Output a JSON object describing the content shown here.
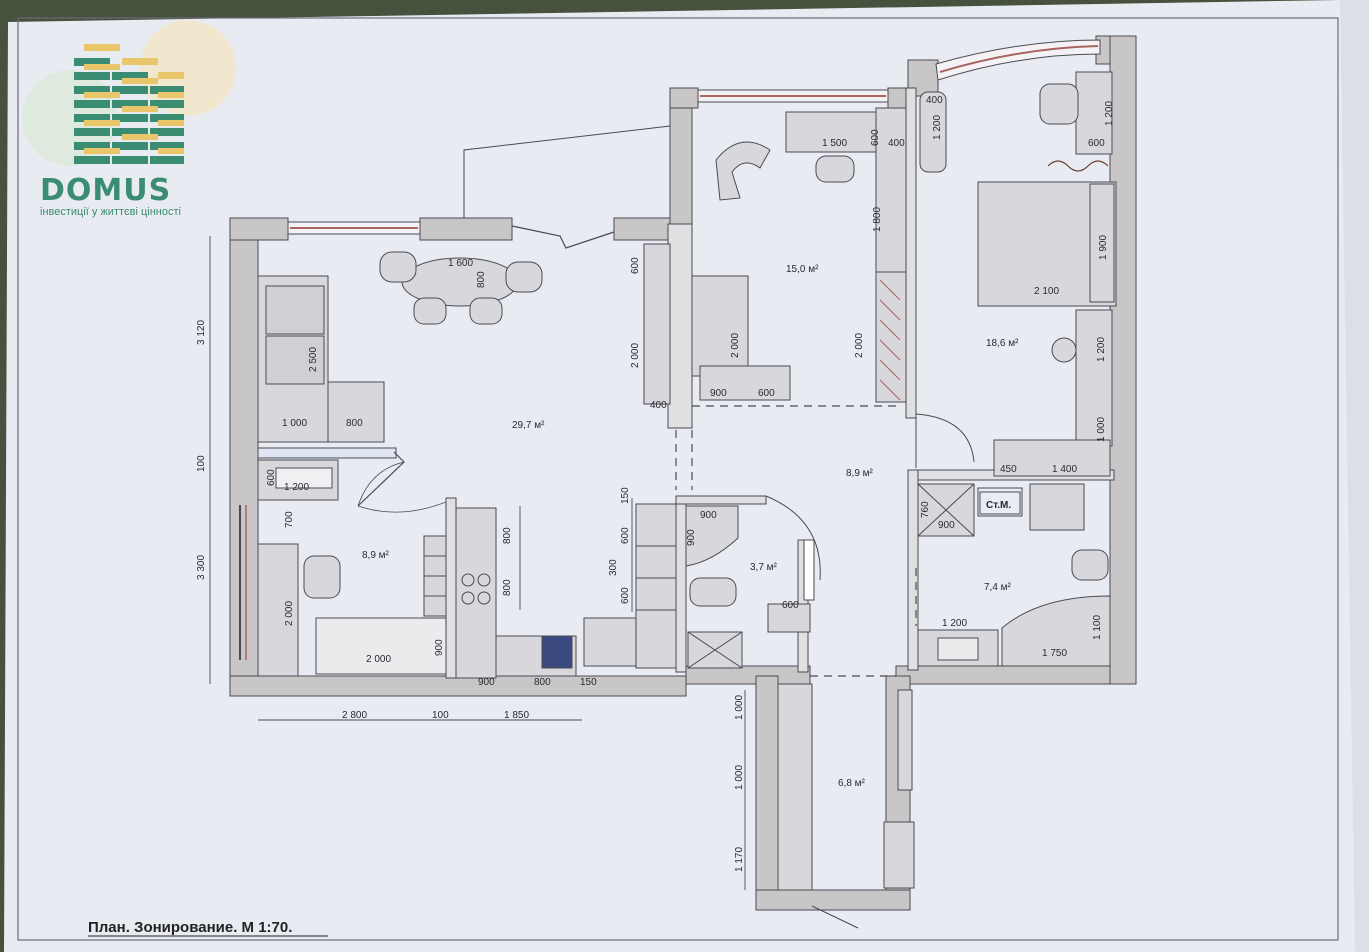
{
  "logo": {
    "name": "DOMUS",
    "tagline": "інвестиції у життєві цінності",
    "colors": {
      "green": "#3a8c72",
      "yellow": "#e9c66a"
    }
  },
  "caption": "План. Зонирование. М 1:70.",
  "rooms": [
    {
      "id": "living",
      "area": "29,7 м²"
    },
    {
      "id": "study",
      "area": "15,0 м²"
    },
    {
      "id": "bedroom",
      "area": "18,6 м²"
    },
    {
      "id": "hall",
      "area": "8,9 м²"
    },
    {
      "id": "office",
      "area": "8,9 м²"
    },
    {
      "id": "wc",
      "area": "3,7 м²"
    },
    {
      "id": "bath",
      "area": "7,4 м²"
    },
    {
      "id": "corridor",
      "area": "6,8 м²"
    }
  ],
  "labels": {
    "washer": "Ст.М."
  },
  "dimensions": {
    "left": [
      "3 120",
      "100",
      "3 300"
    ],
    "bottom": [
      "2 800",
      "100",
      "1 850"
    ],
    "kitchen_bottom": [
      "900",
      "800",
      "150"
    ],
    "corridor_left": [
      "1 000",
      "1 000",
      "1 170"
    ],
    "sofa": [
      "2 500",
      "1 000",
      "800"
    ],
    "dining": [
      "1 600",
      "800"
    ],
    "office_left": [
      "600",
      "1 200",
      "700"
    ],
    "office": [
      "2 000",
      "2 000",
      "900"
    ],
    "kitchen_side": [
      "800",
      "800"
    ],
    "kitchen_col": [
      "150",
      "600",
      "300",
      "600"
    ],
    "study_left": [
      "600",
      "2 000",
      "400"
    ],
    "study_bed": [
      "2 000",
      "900",
      "600"
    ],
    "study": [
      "1 500",
      "600",
      "400",
      "1 800",
      "2 000"
    ],
    "bedroom": [
      "400",
      "1 200",
      "1 200",
      "600",
      "1 900",
      "2 100",
      "1 200",
      "1 000",
      "450",
      "1 400"
    ],
    "wc": [
      "900",
      "900",
      "600"
    ],
    "bath": [
      "760",
      "900",
      "1 200",
      "1 750",
      "1 100"
    ]
  },
  "colors": {
    "paper": "#e9ebf3",
    "wall": "#c9c6c8",
    "furniture": "#d8d8dc",
    "line": "#4a4a52",
    "window": "#a8665e"
  }
}
